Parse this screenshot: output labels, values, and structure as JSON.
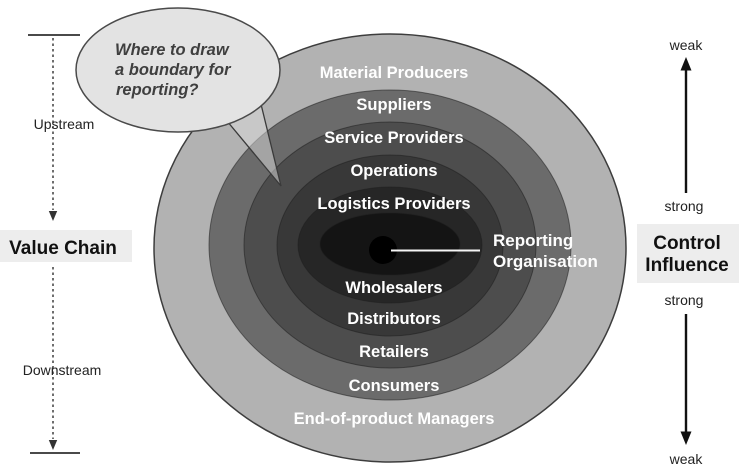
{
  "bubble": {
    "line1": "Where to draw",
    "line2": "a boundary for",
    "line3": "reporting?"
  },
  "rings": [
    {
      "top_label": "Material Producers",
      "bottom_label": "End-of-product Managers",
      "color": "#b2b2b2"
    },
    {
      "top_label": "Suppliers",
      "bottom_label": "Consumers",
      "color": "#6b6b6b"
    },
    {
      "top_label": "Service Providers",
      "bottom_label": "Retailers",
      "color": "#4d4d4d"
    },
    {
      "top_label": "Operations",
      "bottom_label": "Distributors",
      "color": "#383838"
    },
    {
      "top_label": "Logistics Providers",
      "bottom_label": "Wholesalers",
      "color": "#262626"
    }
  ],
  "center": {
    "label_line1": "Reporting",
    "label_line2": "Organisation",
    "fill": "#141414",
    "dot_color": "#000000"
  },
  "left_axis": {
    "upstream_label": "Upstream",
    "title": "Value Chain",
    "downstream_label": "Downstream"
  },
  "right_axis": {
    "weak_top": "weak",
    "strong_top": "strong",
    "title_line1": "Control",
    "title_line2": "Influence",
    "strong_bottom": "strong",
    "weak_bottom": "weak"
  },
  "colors": {
    "bubble_fill": "#e3e3e3",
    "bubble_stroke": "#4a4a4a",
    "axis_box_bg": "#ededed",
    "connector_line": "#f5f5f5"
  }
}
